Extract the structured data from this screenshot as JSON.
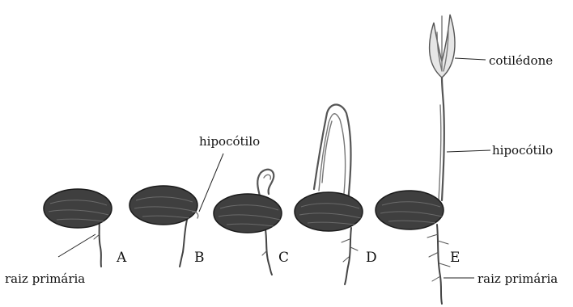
{
  "stages": [
    {
      "letter": "A"
    },
    {
      "letter": "B"
    },
    {
      "letter": "C"
    },
    {
      "letter": "D"
    },
    {
      "letter": "E"
    }
  ],
  "labels": {
    "hypocotyl_b": "hipocótilo",
    "primary_root_a": "raiz primária",
    "cotyledon_e": "cotilédone",
    "hypocotyl_e": "hipocótilo",
    "primary_root_e": "raiz primária"
  }
}
